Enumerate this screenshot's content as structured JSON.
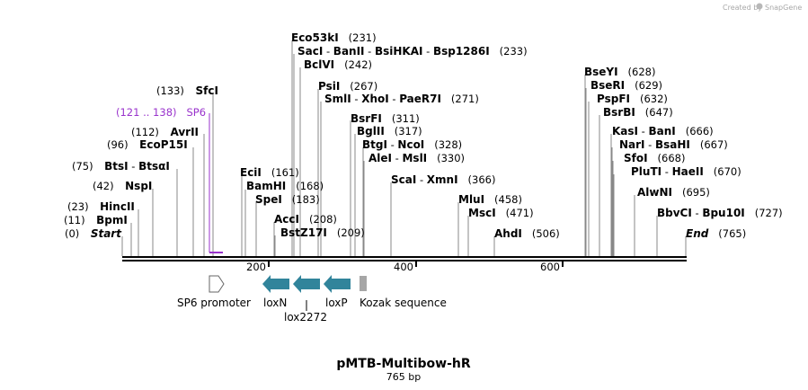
{
  "credit": {
    "text": "Created by",
    "brand": "SnapGene"
  },
  "plasmid": {
    "name": "pMTB-Multibow-hR",
    "length": "765 bp"
  },
  "colors": {
    "primer": "#9933cc",
    "feature_arrow": "#31849b",
    "kozak": "#a6a6a6",
    "promoter_outline": "#666666"
  },
  "ruler": {
    "ticks": [
      "200",
      "400",
      "600"
    ]
  },
  "sites": [
    {
      "text": [
        "(0)",
        "Start"
      ],
      "primer": false,
      "italic": true
    },
    {
      "text": [
        "(11)",
        "BpmI"
      ]
    },
    {
      "text": [
        "(23)",
        "HincII"
      ]
    },
    {
      "text": [
        "(42)",
        "NspI"
      ]
    },
    {
      "text": [
        "(75)",
        "BtsI",
        " - ",
        "BtsαI"
      ]
    },
    {
      "text": [
        "(96)",
        "EcoP15I"
      ]
    },
    {
      "text": [
        "(112)",
        "AvrII"
      ]
    },
    {
      "text": [
        "(121 .. 138)",
        "SP6"
      ],
      "primer": true
    },
    {
      "text": [
        "(133)",
        "SfcI"
      ]
    },
    {
      "text": [
        "EciI",
        "(161)"
      ]
    },
    {
      "text": [
        "BamHI",
        "(168)"
      ]
    },
    {
      "text": [
        "SpeI",
        "(183)"
      ]
    },
    {
      "text": [
        "AccI",
        "(208)"
      ]
    },
    {
      "text": [
        "BstZ17I",
        "(209)"
      ]
    },
    {
      "text": [
        "Eco53kI",
        "(231)"
      ]
    },
    {
      "text": [
        "SacI",
        " - ",
        "BanII",
        " - ",
        "BsiHKAI",
        " - ",
        "Bsp1286I",
        "(233)"
      ]
    },
    {
      "text": [
        "BclVI",
        "(242)"
      ]
    },
    {
      "text": [
        "PsiI",
        "(267)"
      ]
    },
    {
      "text": [
        "SmlI",
        " - ",
        "XhoI",
        " - ",
        "PaeR7I",
        "(271)"
      ]
    },
    {
      "text": [
        "BsrFI",
        "(311)"
      ]
    },
    {
      "text": [
        "BglII",
        "(317)"
      ]
    },
    {
      "text": [
        "BtgI",
        " - ",
        "NcoI",
        "(328)"
      ]
    },
    {
      "text": [
        "AleI",
        " - ",
        "MslI",
        "(330)"
      ]
    },
    {
      "text": [
        "ScaI",
        " - ",
        "XmnI",
        "(366)"
      ]
    },
    {
      "text": [
        "MluI",
        "(458)"
      ]
    },
    {
      "text": [
        "MscI",
        "(471)"
      ]
    },
    {
      "text": [
        "AhdI",
        "(506)"
      ]
    },
    {
      "text": [
        "BseYI",
        "(628)"
      ]
    },
    {
      "text": [
        "BseRI",
        "(629)"
      ]
    },
    {
      "text": [
        "PspFI",
        "(632)"
      ]
    },
    {
      "text": [
        "BsrBI",
        "(647)"
      ]
    },
    {
      "text": [
        "KasI",
        " - ",
        "BanI",
        "(666)"
      ]
    },
    {
      "text": [
        "NarI",
        " - ",
        "BsaHI",
        "(667)"
      ]
    },
    {
      "text": [
        "SfoI",
        "(668)"
      ]
    },
    {
      "text": [
        "PluTI",
        " - ",
        "HaeII",
        "(670)"
      ]
    },
    {
      "text": [
        "AlwNI",
        "(695)"
      ]
    },
    {
      "text": [
        "BbvCI",
        " - ",
        "Bpu10I",
        "(727)"
      ]
    },
    {
      "text": [
        "End",
        "(765)"
      ],
      "italic": true
    }
  ],
  "features": [
    {
      "label": "SP6 promoter",
      "kind": "promoter"
    },
    {
      "label": "loxN",
      "kind": "arrow"
    },
    {
      "label": "lox2272",
      "kind": "arrow"
    },
    {
      "label": "loxP",
      "kind": "arrow"
    },
    {
      "label": "Kozak sequence",
      "kind": "box"
    }
  ]
}
